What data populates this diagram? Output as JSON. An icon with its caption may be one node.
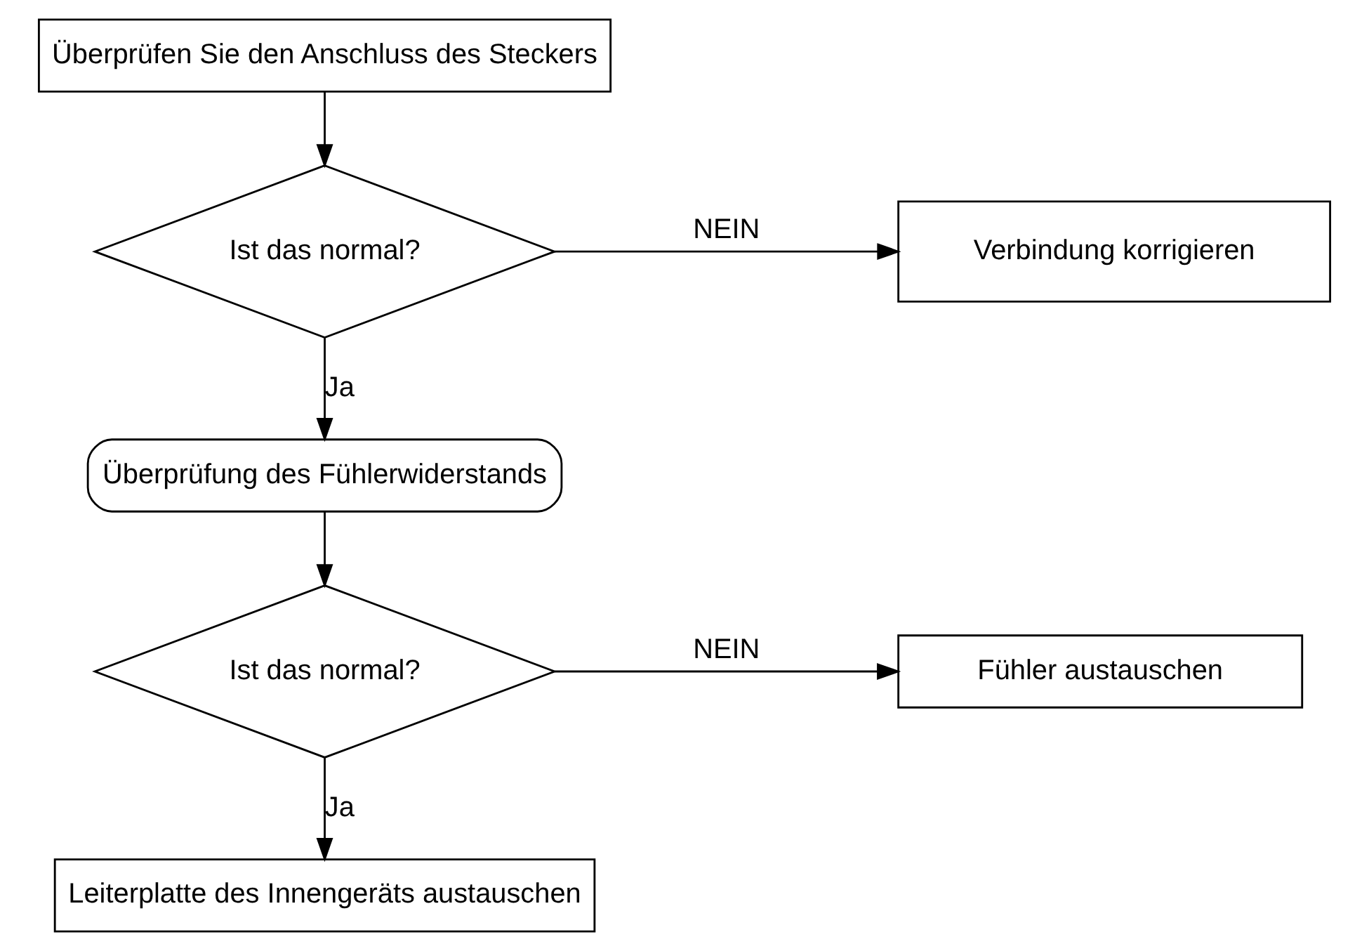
{
  "diagram": {
    "nodes": [
      {
        "text": [
          "Überprüfen Sie den Anschluss des Steckers"
        ]
      },
      {
        "text": [
          "Ist das normal?"
        ]
      },
      {
        "text": [
          "Verbindung korrigieren"
        ]
      },
      {
        "text": [
          "Überprüfung des Fühlerwiderstands"
        ]
      },
      {
        "text": [
          "Ist das normal?"
        ]
      },
      {
        "text": [
          "Fühler austauschen"
        ]
      },
      {
        "text": [
          "Leiterplatte des Innengeräts austauschen"
        ]
      }
    ],
    "edges": [
      {
        "from": 0,
        "to": 1,
        "arrow": "to"
      },
      {
        "from": 1,
        "to": 2,
        "arrow": "to",
        "label": "NEIN"
      },
      {
        "from": 1,
        "to": 3,
        "arrow": "to",
        "label": "Ja"
      },
      {
        "from": 3,
        "to": 4,
        "arrow": "to"
      },
      {
        "from": 4,
        "to": 5,
        "arrow": "to",
        "label": "NEIN"
      },
      {
        "from": 4,
        "to": 6,
        "arrow": "to",
        "label": "Ja"
      }
    ]
  }
}
